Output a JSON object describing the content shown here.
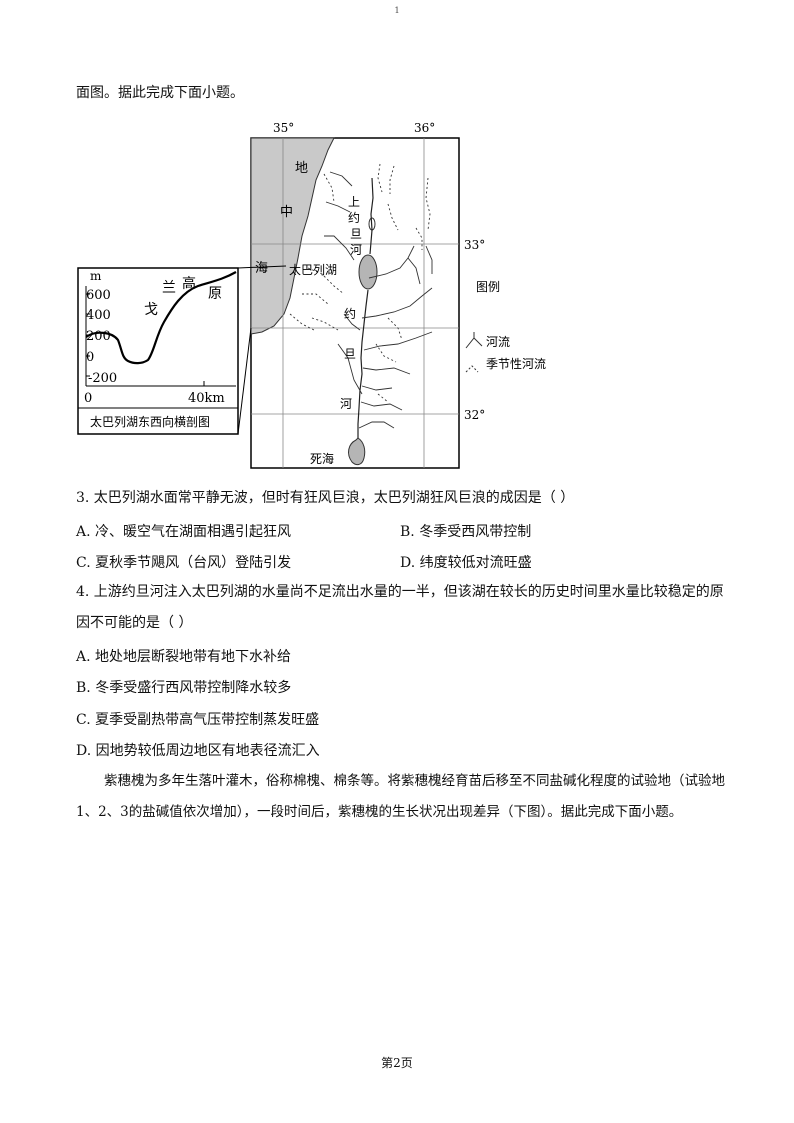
{
  "page": {
    "top_mark": "1",
    "intro": "面图。据此完成下面小题。",
    "footer": "第2页"
  },
  "figure": {
    "map": {
      "lon_labels": [
        "35°",
        "36°"
      ],
      "lat_labels": [
        "33°",
        "32°"
      ],
      "sea_chars": [
        "地",
        "中",
        "海"
      ],
      "lake_label": "太巴列湖",
      "upper_jordan_chars": [
        "上",
        "约",
        "旦",
        "河"
      ],
      "jordan_chars": [
        "约",
        "旦",
        "河"
      ],
      "dead_sea_label": "死海",
      "legend_title": "图例",
      "legend_river": "河流",
      "legend_seasonal": "季节性河流"
    },
    "profile": {
      "unit": "m",
      "y_ticks": [
        "600",
        "400",
        "200",
        "0",
        "-200"
      ],
      "x_origin": "0",
      "x_tick": "40km",
      "region_chars": [
        "戈",
        "兰",
        "高",
        "原"
      ],
      "caption": "太巴列湖东西向横剖图"
    }
  },
  "questions": [
    {
      "stem": "3. 太巴列湖水面常平静无波，但时有狂风巨浪，太巴列湖狂风巨浪的成因是（      ）",
      "options": [
        "A. 冷、暖空气在湖面相遇引起狂风",
        "B. 冬季受西风带控制",
        "C. 夏秋季节飓风（台风）登陆引发",
        "D. 纬度较低对流旺盛"
      ]
    },
    {
      "stem_line1": "4. 上游约旦河注入太巴列湖的水量尚不足流出水量的一半，但该湖在较长的历史时间里水量比较稳定的原",
      "stem_line2": "因不可能的是（      ）",
      "options": [
        "A. 地处地层断裂地带有地下水补给",
        "B. 冬季受盛行西风带控制降水较多",
        "C. 夏季受副热带高气压带控制蒸发旺盛",
        "D. 因地势较低周边地区有地表径流汇入"
      ]
    }
  ],
  "passage": "紫穗槐为多年生落叶灌木，俗称棉槐、棉条等。将紫穗槐经育苗后移至不同盐碱化程度的试验地（试验地1、2、3的盐碱值依次增加），一段时间后，紫穗槐的生长状况出现差异（下图）。据此完成下面小题。"
}
